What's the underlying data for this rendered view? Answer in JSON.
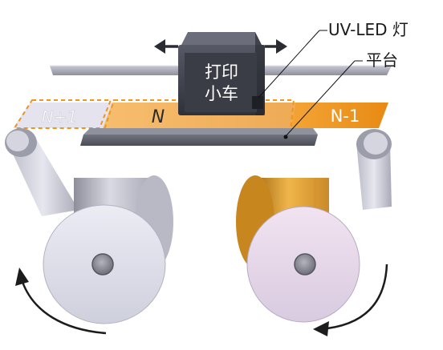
{
  "labels": {
    "uv_led": "UV-LED 灯",
    "platform": "平台",
    "print_carriage": [
      "打印",
      "小车"
    ],
    "segment_prev": "N+1",
    "segment_current": "N",
    "segment_next": "N-1"
  },
  "colors": {
    "web_orange": "#ee9420",
    "web_orange_dark": "#c97712",
    "print_carriage": "#3b3d47",
    "rail": "#9a9ca8",
    "roll_white": "#dcdde8",
    "roll_orange": "#e0a43a",
    "arrow": "#222222"
  },
  "icons": {
    "carriage_left": "arrow-left-icon",
    "carriage_right": "arrow-right-icon",
    "left_roll_rotation": "curved-arrow-ccw-icon",
    "right_roll_rotation": "curved-arrow-cw-icon"
  }
}
